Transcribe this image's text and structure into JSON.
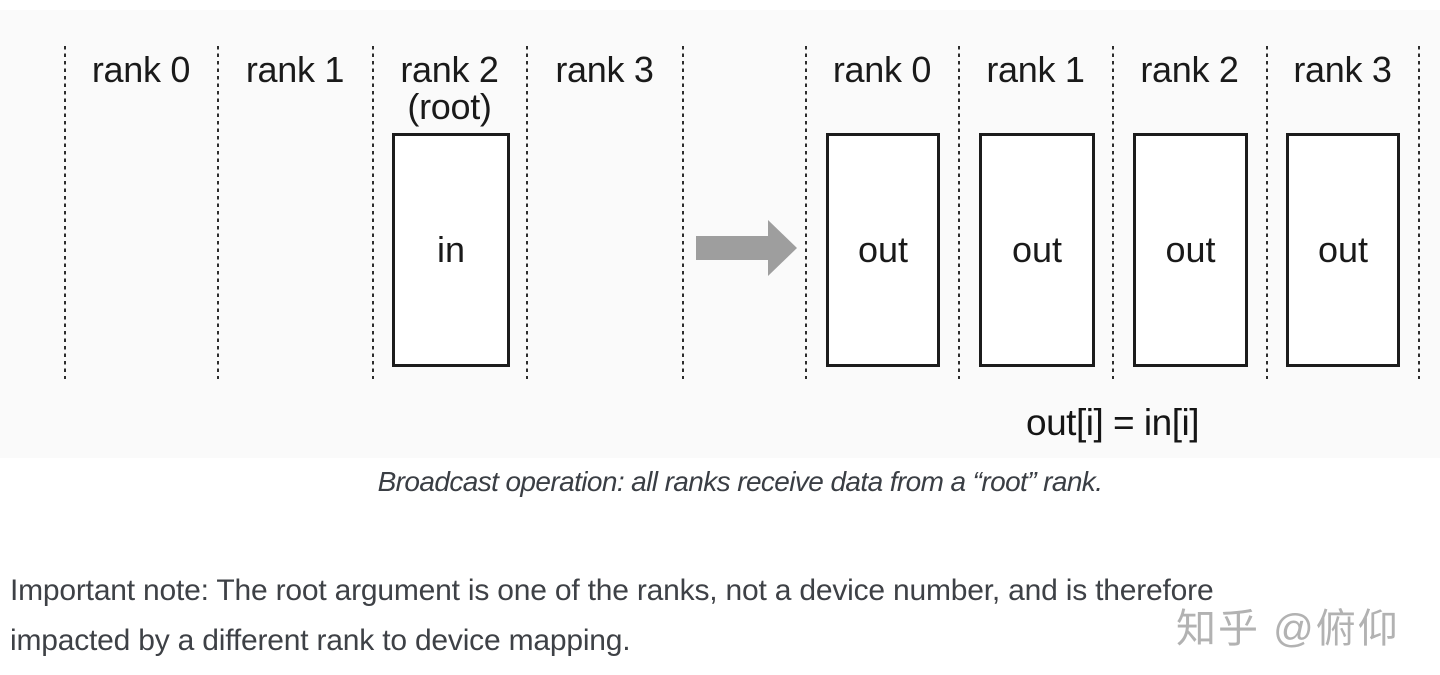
{
  "figure": {
    "left": {
      "columns": [
        {
          "label": "rank 0"
        },
        {
          "label": "rank 1"
        },
        {
          "label": "rank 2",
          "sublabel": "(root)"
        },
        {
          "label": "rank 3"
        }
      ],
      "box_label": "in"
    },
    "right": {
      "columns": [
        {
          "label": "rank 0"
        },
        {
          "label": "rank 1"
        },
        {
          "label": "rank 2"
        },
        {
          "label": "rank 3"
        }
      ],
      "boxes": [
        "out",
        "out",
        "out",
        "out"
      ]
    },
    "formula": "out[i] = in[i]",
    "arrow_icon": "right-arrow",
    "caption": "Broadcast operation: all ranks receive data from a “root” rank.",
    "colors": {
      "arrow": "#9e9e9e",
      "divider_line": "#2d2d2d",
      "box_border": "#1c1c1c",
      "figure_text": "#1a1a1a",
      "caption_text": "#3a3e44",
      "note_text": "#3e4146",
      "watermark_text": "#b2b2b2"
    }
  },
  "note": {
    "lines": [
      "Important note: The root argument is one of the ranks, not a device number, and is therefore",
      "impacted by a different rank to device mapping."
    ]
  },
  "watermark": {
    "text": "知乎 @俯仰"
  }
}
